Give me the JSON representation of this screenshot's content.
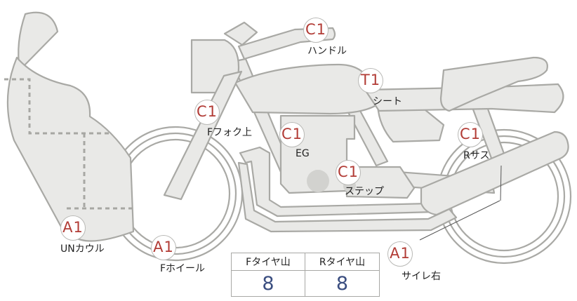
{
  "markers": {
    "handle": {
      "code": "C1",
      "label": "ハンドル"
    },
    "seat": {
      "code": "T1",
      "label": "シート"
    },
    "ffork": {
      "code": "C1",
      "label": "Fフォク上"
    },
    "eg": {
      "code": "C1",
      "label": "EG"
    },
    "rsus": {
      "code": "C1",
      "label": "Rサス"
    },
    "step": {
      "code": "C1",
      "label": "ステップ"
    },
    "uncowl": {
      "code": "A1",
      "label": "UNカウル"
    },
    "fwheel": {
      "code": "A1",
      "label": "Fホイール"
    },
    "rside": {
      "code": "A1",
      "label": "サイレ右"
    }
  },
  "tire_table": {
    "headers": [
      "Fタイヤ山",
      "Rタイヤ山"
    ],
    "values": [
      "8",
      "8"
    ]
  },
  "colors": {
    "part_fill": "#e9e9e7",
    "part_stroke": "#a9a9a5",
    "marker_text": "#b23c36",
    "table_value": "#3b4e80"
  }
}
